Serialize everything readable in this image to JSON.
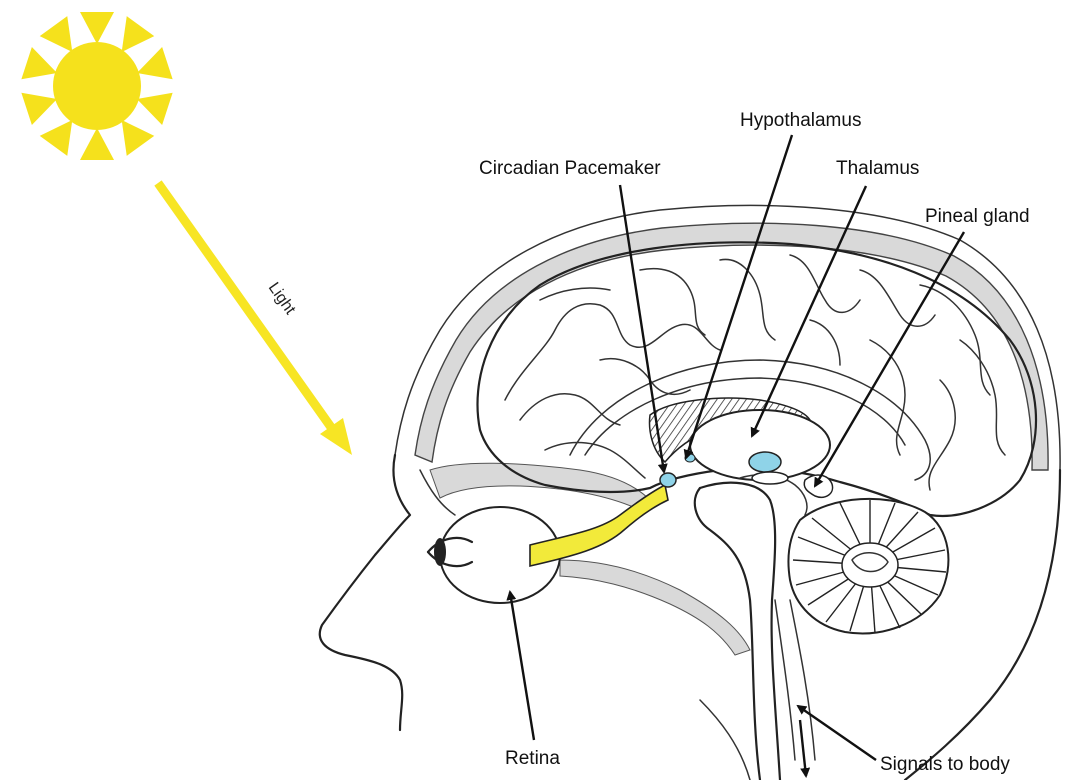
{
  "labels": {
    "light": "Light",
    "hypothalamus": "Hypothalamus",
    "circadian_pacemaker": "Circadian Pacemaker",
    "thalamus": "Thalamus",
    "pineal_gland": "Pineal gland",
    "retina": "Retina",
    "signals_to_body": "Signals to body"
  },
  "colors": {
    "sun": "#f5e11c",
    "light_beam": "#f7e524",
    "optic_pathway": "#f2ea3a",
    "skull_bone": "#d9d9d9",
    "pacemaker": "#8fd3e8",
    "outline": "#222222"
  }
}
